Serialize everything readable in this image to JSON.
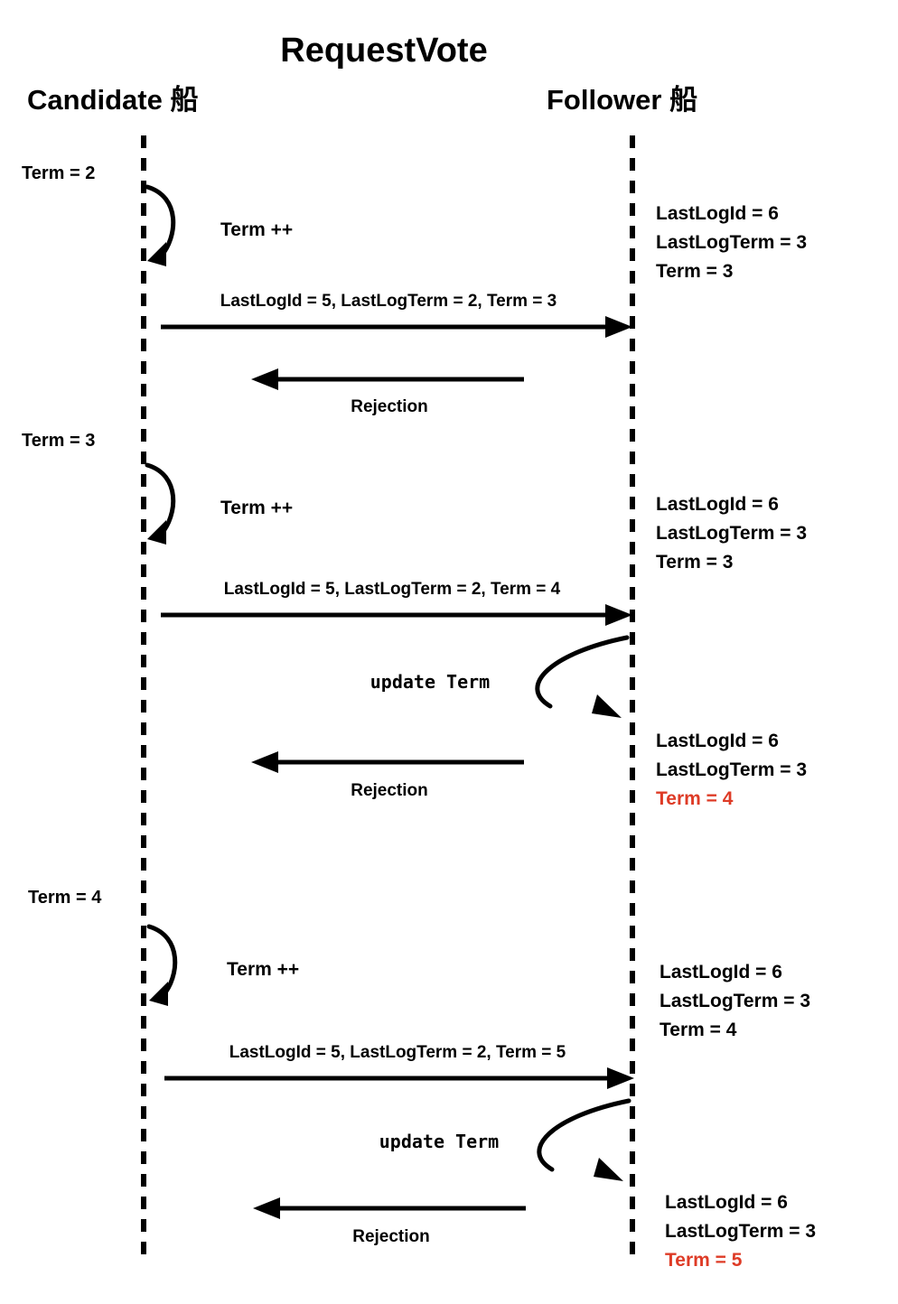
{
  "title": "RequestVote",
  "colors": {
    "ink": "#000000",
    "accent": "#DE3B26",
    "background": "#ffffff"
  },
  "actors": {
    "left": "Candidate 船",
    "right": "Follower 船"
  },
  "candidate_terms": [
    {
      "label": "Term = 2"
    },
    {
      "label": "Term = 3"
    },
    {
      "label": "Term = 4"
    }
  ],
  "self_loops": [
    {
      "label": "Term ++"
    },
    {
      "label": "Term ++"
    },
    {
      "label": "Term ++"
    }
  ],
  "requests": [
    {
      "label": "LastLogId = 5, LastLogTerm = 2, Term = 3"
    },
    {
      "label": "LastLogId = 5, LastLogTerm = 2, Term = 4"
    },
    {
      "label": "LastLogId = 5, LastLogTerm = 2, Term = 5"
    }
  ],
  "responses": [
    {
      "label": "Rejection"
    },
    {
      "label": "Rejection"
    },
    {
      "label": "Rejection"
    }
  ],
  "follower_self_loops": [
    {
      "label": "update Term"
    },
    {
      "label": "update Term"
    }
  ],
  "follower_states": [
    {
      "lines": [
        {
          "text": "LastLogId = 6",
          "accent": false
        },
        {
          "text": "LastLogTerm = 3",
          "accent": false
        },
        {
          "text": "Term = 3",
          "accent": false
        }
      ]
    },
    {
      "lines": [
        {
          "text": "LastLogId = 6",
          "accent": false
        },
        {
          "text": "LastLogTerm = 3",
          "accent": false
        },
        {
          "text": "Term = 3",
          "accent": false
        }
      ]
    },
    {
      "lines": [
        {
          "text": "LastLogId = 6",
          "accent": false
        },
        {
          "text": "LastLogTerm = 3",
          "accent": false
        },
        {
          "text": "Term = 4",
          "accent": true
        }
      ]
    },
    {
      "lines": [
        {
          "text": "LastLogId = 6",
          "accent": false
        },
        {
          "text": "LastLogTerm = 3",
          "accent": false
        },
        {
          "text": "Term = 4",
          "accent": false
        }
      ]
    },
    {
      "lines": [
        {
          "text": "LastLogId = 6",
          "accent": false
        },
        {
          "text": "LastLogTerm = 3",
          "accent": false
        },
        {
          "text": "Term = 5",
          "accent": true
        }
      ]
    }
  ]
}
